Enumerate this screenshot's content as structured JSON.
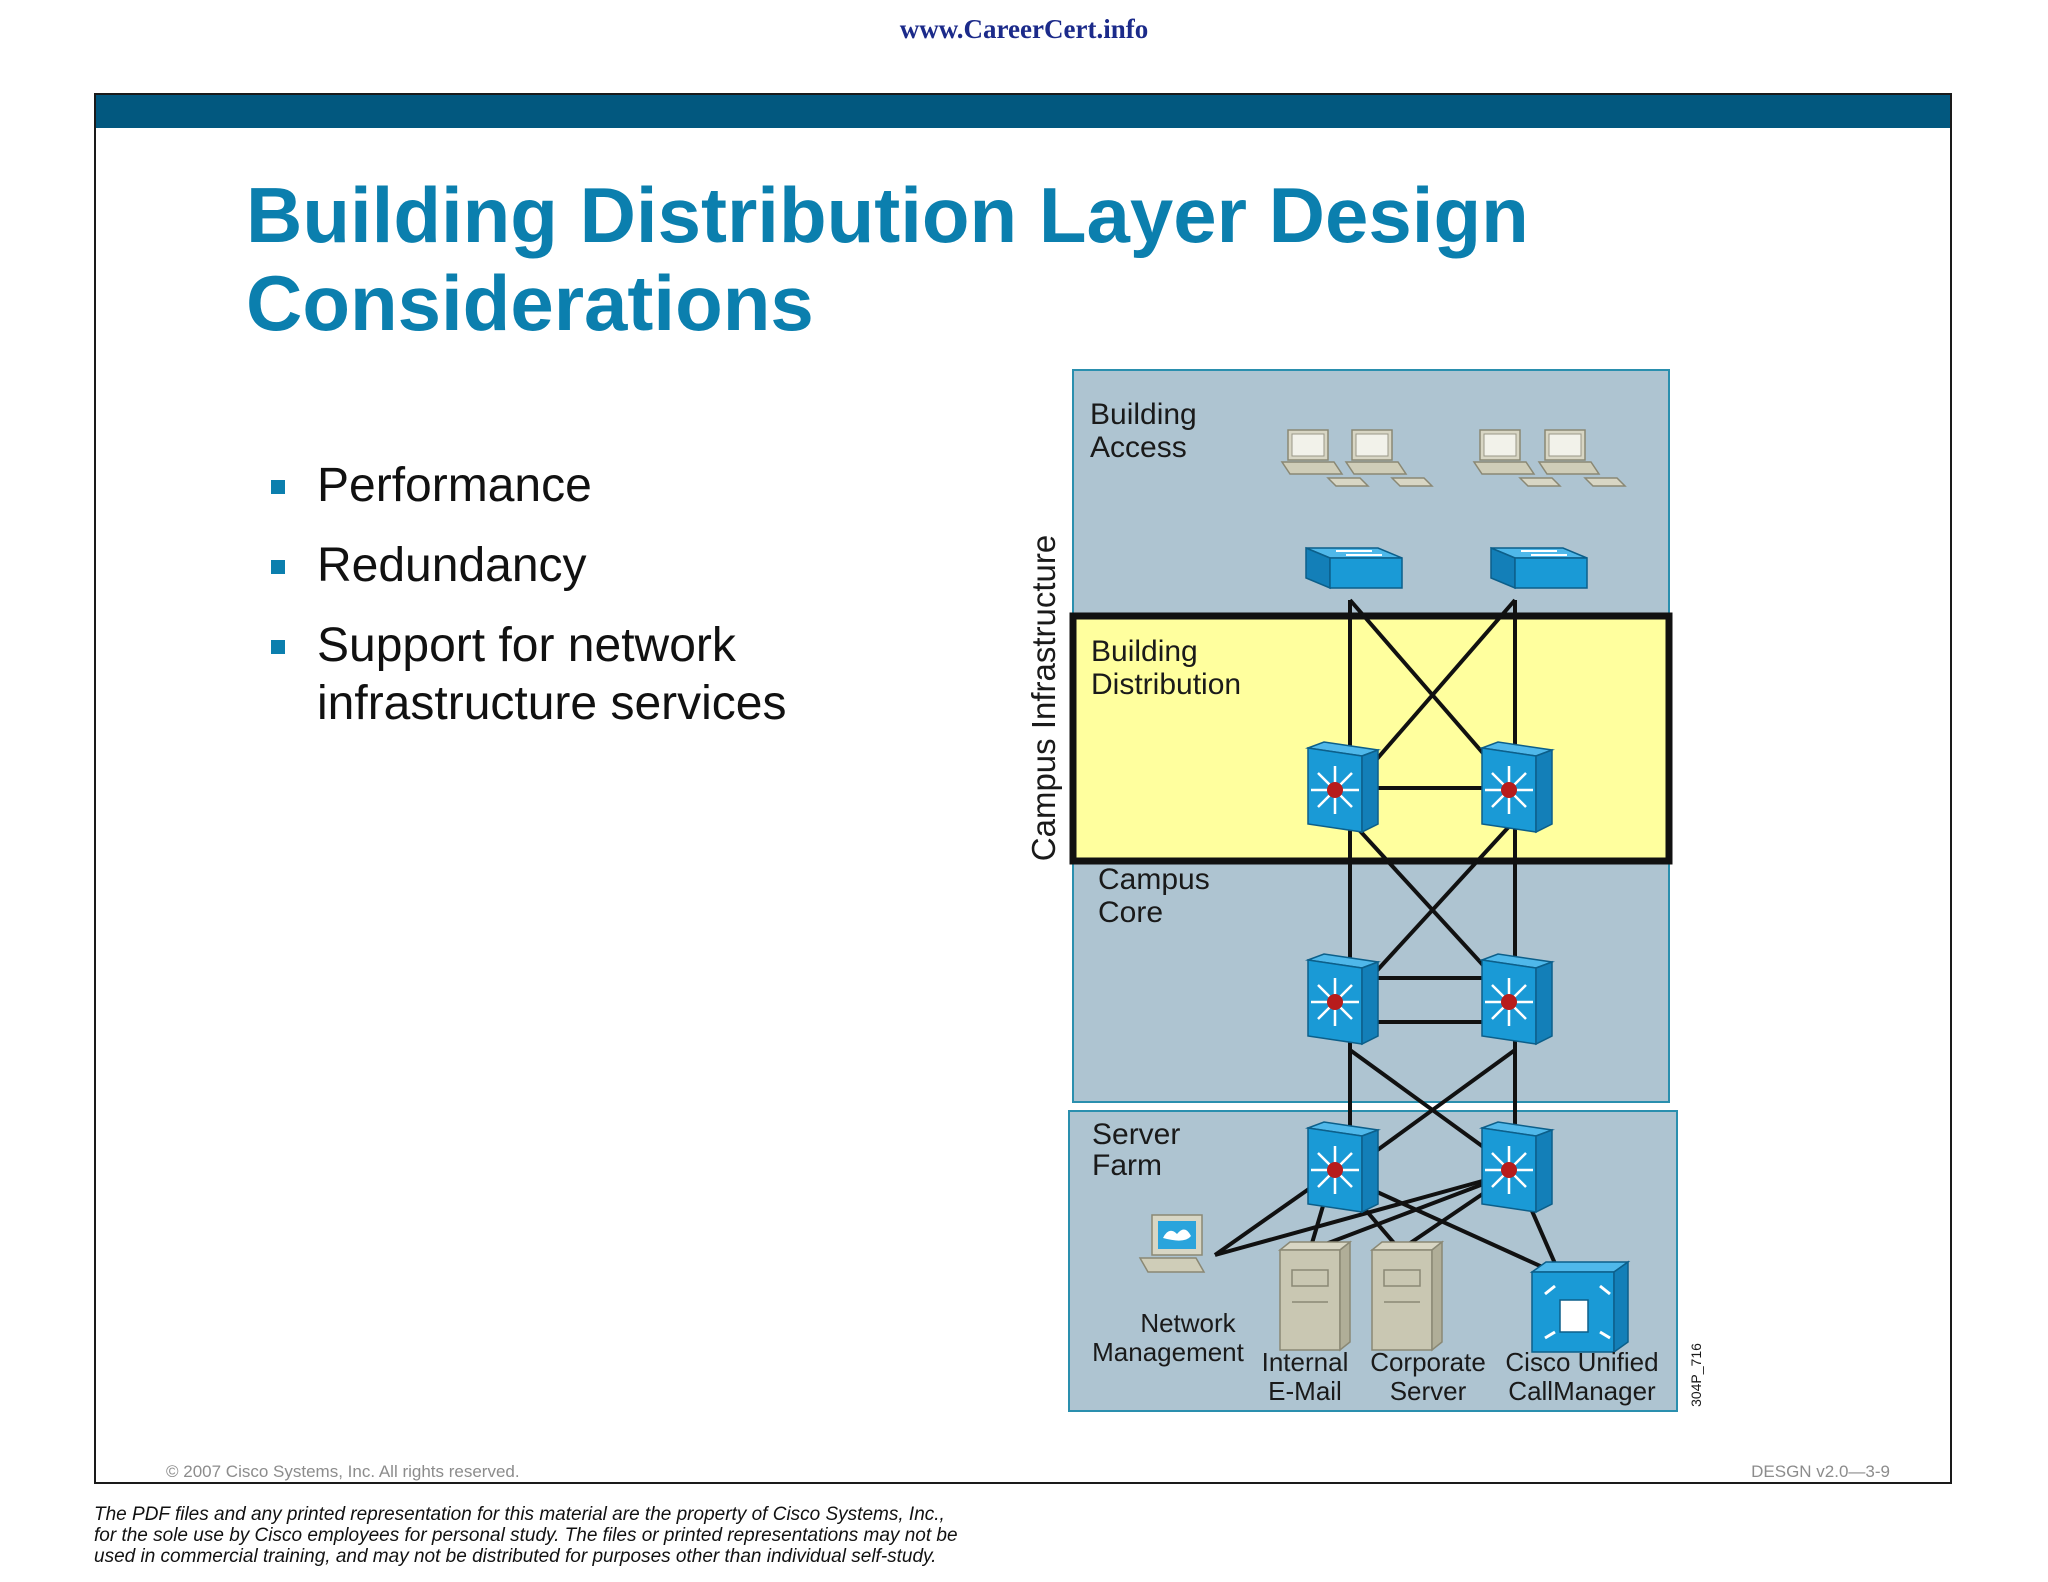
{
  "header": {
    "site_url": "www.CareerCert.info"
  },
  "slide": {
    "title_line1": "Building Distribution Layer Design",
    "title_line2": "Considerations",
    "bullets": [
      {
        "lines": [
          "Performance"
        ]
      },
      {
        "lines": [
          "Redundancy"
        ]
      },
      {
        "lines": [
          "Support for network",
          "infrastructure services"
        ]
      }
    ],
    "copyright": "© 2007 Cisco Systems, Inc. All rights reserved.",
    "slide_number": "DESGN v2.0—3-9"
  },
  "diagram": {
    "vertical_label": "Campus Infrastructure",
    "layers": {
      "access": [
        "Building",
        "Access"
      ],
      "distribution": [
        "Building",
        "Distribution"
      ],
      "core": [
        "Campus",
        "Core"
      ],
      "server_farm": [
        "Server",
        "Farm"
      ]
    },
    "devices": {
      "network_management": [
        "Network",
        "Management"
      ],
      "internal_email": [
        "Internal",
        "E-Mail"
      ],
      "corporate_server": [
        "Corporate",
        "Server"
      ],
      "callmanager": [
        "Cisco Unified",
        "CallManager"
      ]
    },
    "figure_id": "304P_716",
    "colors": {
      "layer_fill": "#aec4d1",
      "layer_border": "#2a8fae",
      "distribution_fill": "#ffff9e",
      "device_blue": "#1a9ad6",
      "device_red": "#b71c1c"
    }
  },
  "footer": {
    "disclaimer": [
      "The PDF files and any printed representation for this material are the property of Cisco Systems, Inc.,",
      "for the sole use by Cisco employees for personal study. The files or printed representations may not be",
      "used in commercial training, and may not be distributed for purposes other than individual self-study."
    ]
  }
}
